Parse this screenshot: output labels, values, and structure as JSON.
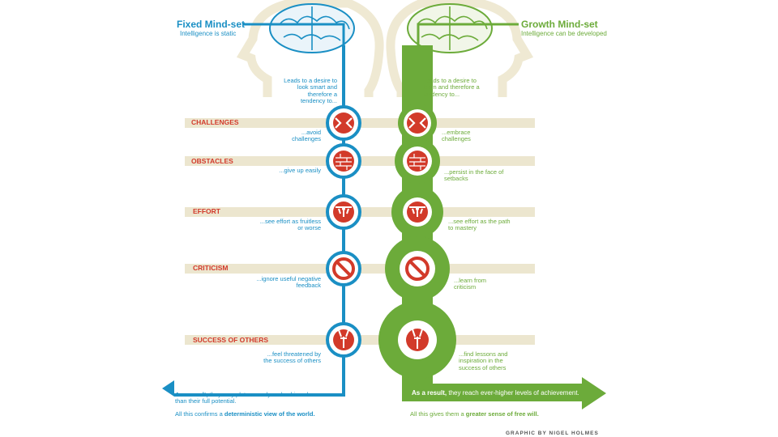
{
  "fixed": {
    "title": "Fixed Mind-set",
    "subtitle": "Intelligence is static",
    "desire": "Leads to a desire to look smart and therefore a tendency to...",
    "responses": [
      "...avoid challenges",
      "...give up easily",
      "...see effort as fruitless or worse",
      "...ignore useful negative feedback",
      "...feel threatened by the success of others"
    ],
    "result_lead": "As a result,",
    "result_text": " they may plateau early and achieve less than their full potential.",
    "confirm_text": "All this confirms a ",
    "confirm_bold": "deterministic view of the world."
  },
  "growth": {
    "title": "Growth Mind-set",
    "subtitle": "Intelligence can be developed",
    "desire": "Leads to a desire to learn and therefore a tendency to...",
    "responses": [
      "...embrace challenges",
      "...persist in the face of setbacks",
      "...see effort as the path to mastery",
      "...learn from criticism",
      "...find lessons and inspiration in the success of others"
    ],
    "result_lead": "As a result,",
    "result_text": " they reach ever-higher levels of achievement.",
    "confirm_text": "All this gives them a ",
    "confirm_bold": "greater sense of free will."
  },
  "categories": [
    "CHALLENGES",
    "OBSTACLES",
    "EFFORT",
    "CRITICISM",
    "SUCCESS OF OTHERS"
  ],
  "icons": [
    "arrows-in-icon",
    "brick-wall-icon",
    "weightlifter-icon",
    "no-sign-icon",
    "applause-icon"
  ],
  "credit": "GRAPHIC BY NIGEL HOLMES",
  "colors": {
    "fixed": "#1a8fc4",
    "growth": "#6cab3a",
    "accent": "#d23a2a",
    "band": "#ece6cf",
    "head": "#efe9d3"
  }
}
